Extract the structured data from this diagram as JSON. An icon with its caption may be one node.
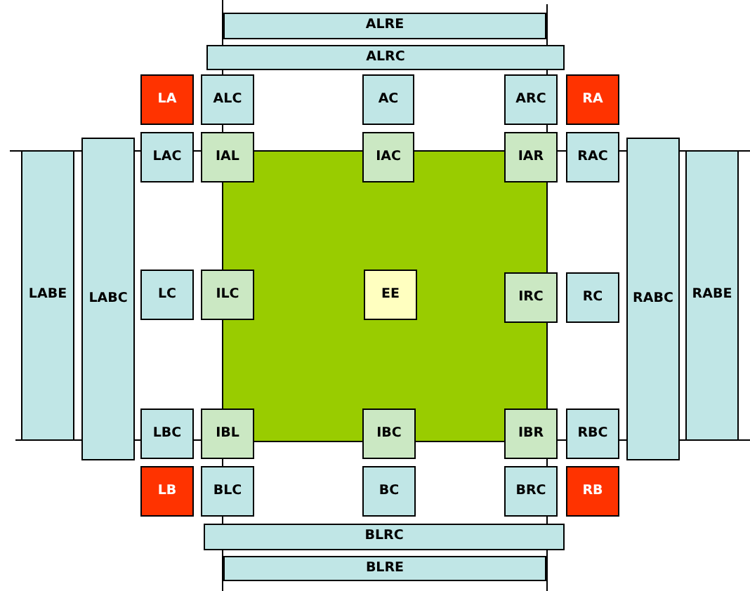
{
  "diagram": {
    "nodes": [
      {
        "text": [
          "ALRE"
        ]
      },
      {
        "text": [
          "ALRC"
        ]
      },
      {
        "text": [
          "LA"
        ]
      },
      {
        "text": [
          "ALC"
        ]
      },
      {
        "text": [
          "AC"
        ]
      },
      {
        "text": [
          "ARC"
        ]
      },
      {
        "text": [
          "RA"
        ]
      },
      {
        "text": [
          "LABE"
        ]
      },
      {
        "text": [
          "LABC"
        ]
      },
      {
        "text": [
          "LAC"
        ]
      },
      {
        "text": [
          "IAL"
        ]
      },
      {
        "text": [
          "IAC"
        ]
      },
      {
        "text": [
          "IAR"
        ]
      },
      {
        "text": [
          "RAC"
        ]
      },
      {
        "text": [
          "RABC"
        ]
      },
      {
        "text": [
          "RABE"
        ]
      },
      {
        "text": [],
        "shape": "box"
      },
      {
        "text": [
          "LC"
        ]
      },
      {
        "text": [
          "ILC"
        ]
      },
      {
        "text": [
          "EE"
        ],
        "in": 16
      },
      {
        "text": [
          "IRC"
        ]
      },
      {
        "text": [
          "RC"
        ]
      },
      {
        "text": [
          "LBC"
        ]
      },
      {
        "text": [
          "IBL"
        ]
      },
      {
        "text": [
          "IBC"
        ]
      },
      {
        "text": [
          "IBR"
        ]
      },
      {
        "text": [
          "RBC"
        ]
      },
      {
        "text": [
          "LB"
        ]
      },
      {
        "text": [
          "BLC"
        ]
      },
      {
        "text": [
          "BC"
        ]
      },
      {
        "text": [
          "BRC"
        ]
      },
      {
        "text": [
          "RB"
        ]
      },
      {
        "text": [
          "BLRC"
        ]
      },
      {
        "text": [
          "BLRE"
        ]
      }
    ]
  }
}
